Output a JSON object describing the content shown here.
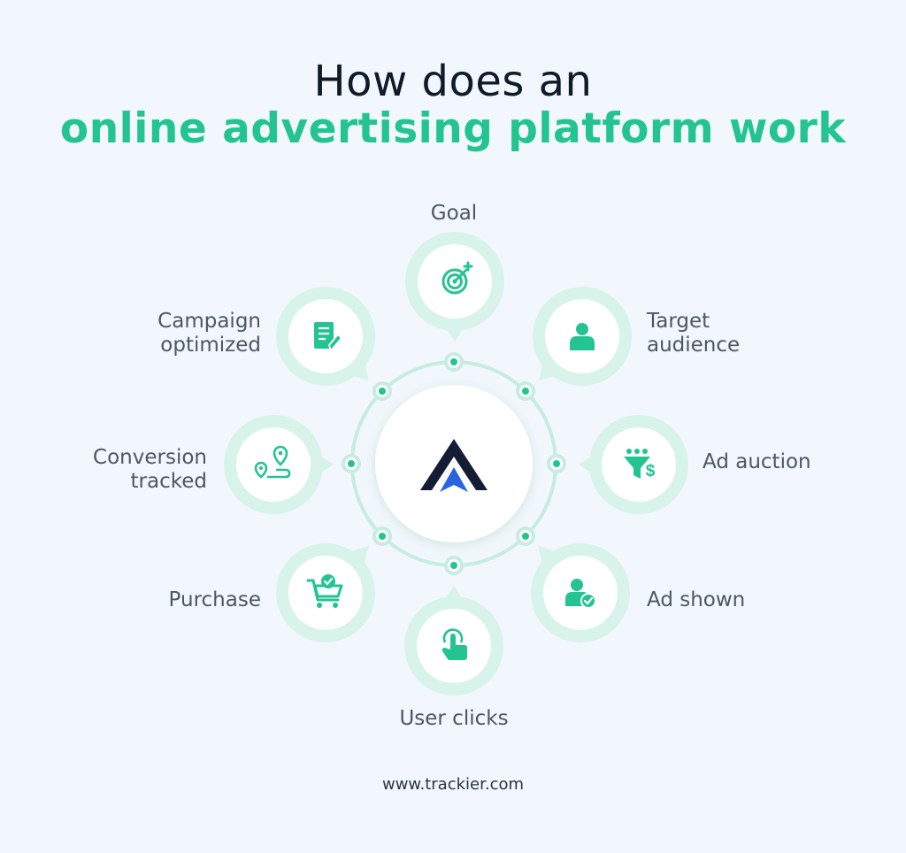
{
  "title": {
    "line1": "How does an",
    "line2": "online advertising platform work"
  },
  "steps": [
    {
      "id": "goal",
      "label_lines": [
        "Goal"
      ],
      "icon": "target-icon"
    },
    {
      "id": "target-audience",
      "label_lines": [
        "Target",
        "audience"
      ],
      "icon": "person-icon"
    },
    {
      "id": "ad-auction",
      "label_lines": [
        "Ad auction"
      ],
      "icon": "funnel-dollar-icon"
    },
    {
      "id": "ad-shown",
      "label_lines": [
        "Ad shown"
      ],
      "icon": "user-check-icon"
    },
    {
      "id": "user-clicks",
      "label_lines": [
        "User clicks"
      ],
      "icon": "tap-hand-icon"
    },
    {
      "id": "purchase",
      "label_lines": [
        "Purchase"
      ],
      "icon": "cart-check-icon"
    },
    {
      "id": "conversion-tracked",
      "label_lines": [
        "Conversion",
        "tracked"
      ],
      "icon": "route-pin-icon"
    },
    {
      "id": "campaign-optimized",
      "label_lines": [
        "Campaign",
        "optimized"
      ],
      "icon": "document-edit-icon"
    }
  ],
  "center_logo": "trackier-logo",
  "footer": "www.trackier.com",
  "colors": {
    "accent": "#23c48f",
    "accent_light": "#d8f3ea",
    "ring": "#c7ece0",
    "logo_dark": "#141d33",
    "logo_blue": "#2a63e0",
    "title_dark": "#0f1a2a"
  }
}
